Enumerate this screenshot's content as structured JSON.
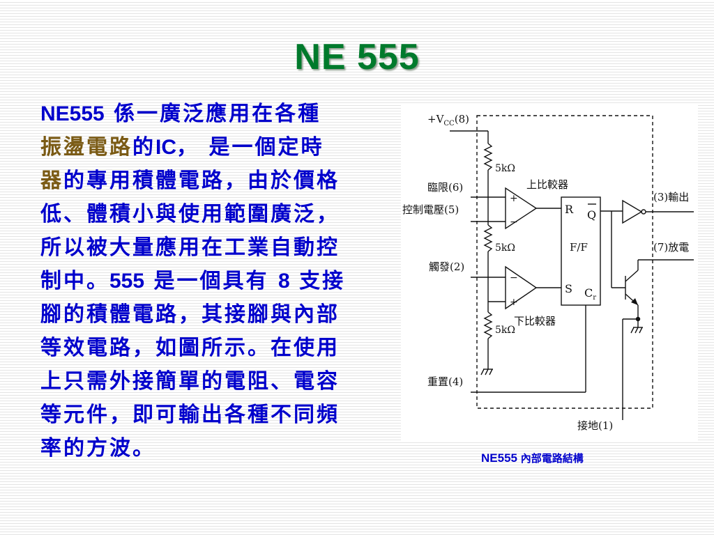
{
  "slide": {
    "title": "NE 555"
  },
  "paragraph": {
    "l1_a": "NE555",
    "l1_b": " 係一廣泛應用在各種",
    "l2_brown": "振盪電路",
    "l2_a": "的",
    "l2_b": "IC",
    "l2_c": "， 是一個定時",
    "l3_brown": "器",
    "l3_a": "的專用積體電路，由於價格",
    "l4": "低、體積小與使用範圍廣泛，",
    "l5": "所以被大量應用在工業自動控",
    "l6_a": "制中。",
    "l6_b": "555",
    "l6_c": " 是一個具有 ",
    "l6_d": "8",
    "l6_e": " 支接",
    "l7": "腳的積體電路，其接腳與內部",
    "l8": "等效電路，如圖所示。在使用",
    "l9": "上只需外接簡單的電阻、電容",
    "l10": "等元件，即可輸出各種不同頻",
    "l11": "率的方波。"
  },
  "diagram": {
    "vcc_label": "+V",
    "vcc_sub": "CC",
    "vcc_pin": "(8)",
    "threshold_label": "臨限(6)",
    "control_label": "控制電壓(5)",
    "trigger_label": "觸發(2)",
    "reset_label": "重置(4)",
    "ground_label": "接地(1)",
    "output_label": "(3)輸出",
    "discharge_label": "(7)放電",
    "upper_comparator": "上比較器",
    "lower_comparator": "下比較器",
    "resistor_label": "5kΩ",
    "ff_r": "R",
    "ff_q": "Q",
    "ff_name": "F/F",
    "ff_s": "S",
    "ff_c": "C",
    "ff_c_sub": "r",
    "plus_sign": "+",
    "minus_sign": "−"
  },
  "caption": {
    "prefix": "NE555",
    "text": "內部電路結構"
  }
}
